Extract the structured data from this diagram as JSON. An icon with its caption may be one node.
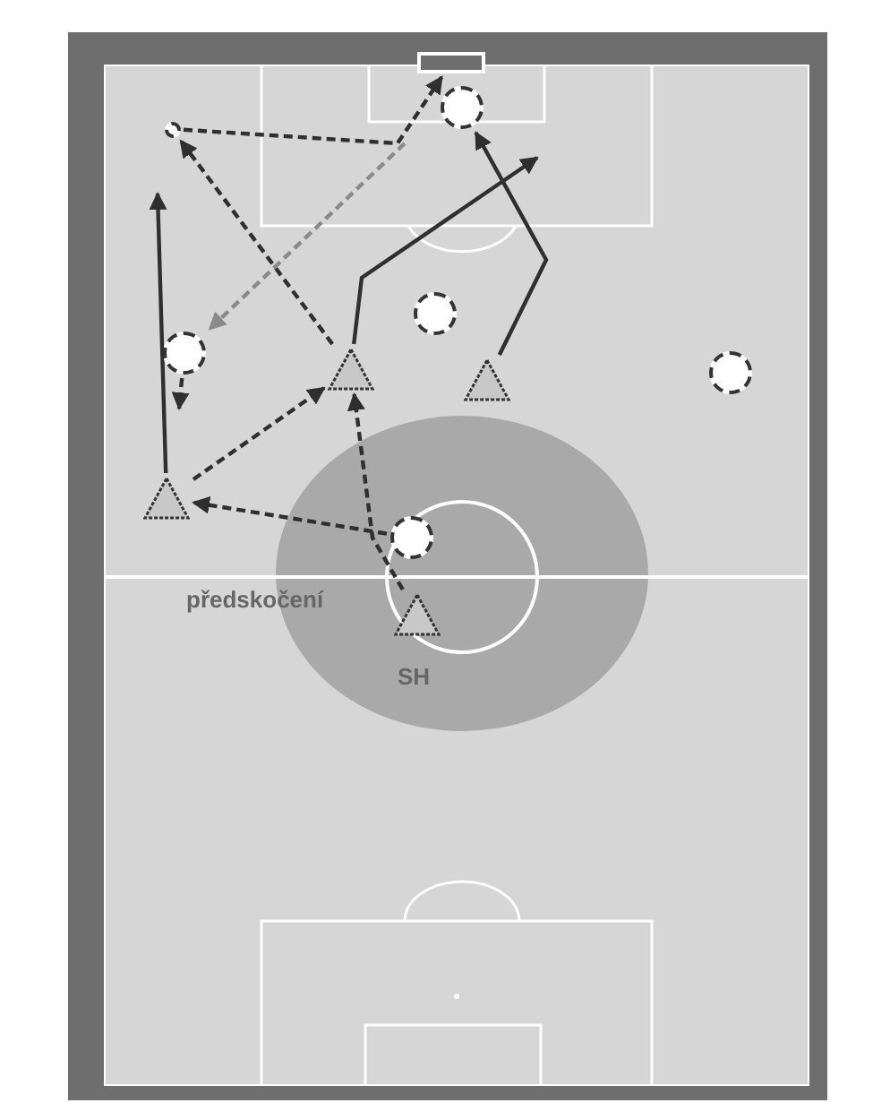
{
  "diagram": {
    "nodes": [
      {
        "text": [],
        "shape": "box"
      },
      {
        "text": [],
        "shape": "circle"
      },
      {
        "text": [],
        "shape": "circle"
      },
      {
        "text": [],
        "shape": "circle"
      },
      {
        "text": [],
        "shape": "circle"
      },
      {
        "text": [],
        "shape": "circle"
      },
      {
        "text": [],
        "shape": "triangle"
      },
      {
        "text": [],
        "shape": "triangle"
      },
      {
        "text": [],
        "shape": "triangle"
      },
      {
        "text": [],
        "shape": "circle"
      },
      {
        "text": [],
        "shape": "triangle"
      }
    ],
    "edges": [
      {
        "from": 10,
        "to": 6,
        "arrow": "to",
        "style": "dashed"
      },
      {
        "from": 9,
        "to": 8,
        "arrow": "to",
        "style": "dashed"
      },
      {
        "from": 8,
        "to": 6,
        "arrow": "to",
        "style": "dashed"
      },
      {
        "from": 8,
        "to": null,
        "arrow": "to"
      },
      {
        "from": 6,
        "to": 2,
        "arrow": "to",
        "style": "dashed"
      },
      {
        "from": 2,
        "to": 0,
        "arrow": "to",
        "style": "dashed"
      },
      {
        "from": null,
        "to": 3,
        "arrow": "to",
        "style": "dashed",
        "color": "#8a8a8a"
      },
      {
        "from": 6,
        "to": null,
        "arrow": "to"
      },
      {
        "from": 7,
        "to": 1,
        "arrow": "to"
      },
      {
        "from": 3,
        "to": null,
        "arrow": "to",
        "style": "dashed"
      }
    ],
    "labels": [
      "předskočení",
      "SH"
    ]
  }
}
